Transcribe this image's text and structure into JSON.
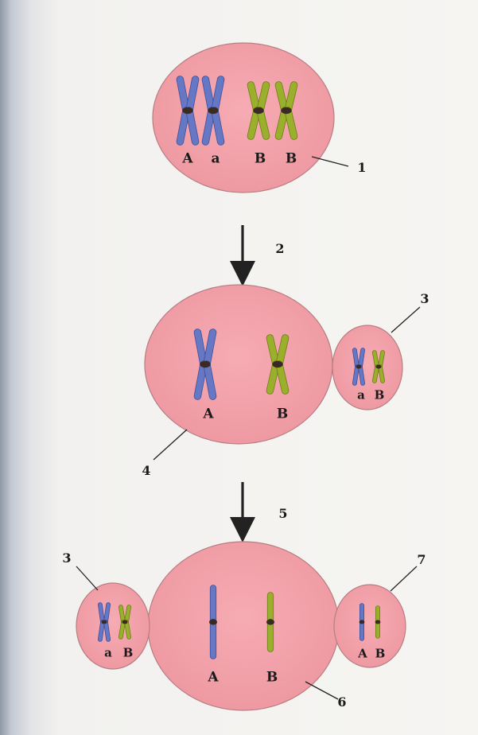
{
  "colors": {
    "cell_fill": "#f2a0a8",
    "cell_stroke": "#b77e82",
    "chromosome_blue": "#6677c4",
    "chromosome_green": "#9ab02c",
    "centromere": "#3a2a22",
    "line": "#222222"
  },
  "stage1": {
    "genes": [
      "A",
      "a",
      "B",
      "B"
    ],
    "number": "1"
  },
  "arrow1": {
    "number": "2"
  },
  "stage2": {
    "large_cell_genes": [
      "A",
      "B"
    ],
    "large_cell_number": "4",
    "polar_body_genes": [
      "a",
      "B"
    ],
    "polar_body_number": "3"
  },
  "arrow2": {
    "number": "5"
  },
  "stage3": {
    "left_polar_body_genes": [
      "a",
      "B"
    ],
    "left_polar_body_number": "3",
    "egg_genes": [
      "A",
      "B"
    ],
    "egg_number": "6",
    "right_polar_body_genes": [
      "A",
      "B"
    ],
    "right_polar_body_number": "7"
  }
}
